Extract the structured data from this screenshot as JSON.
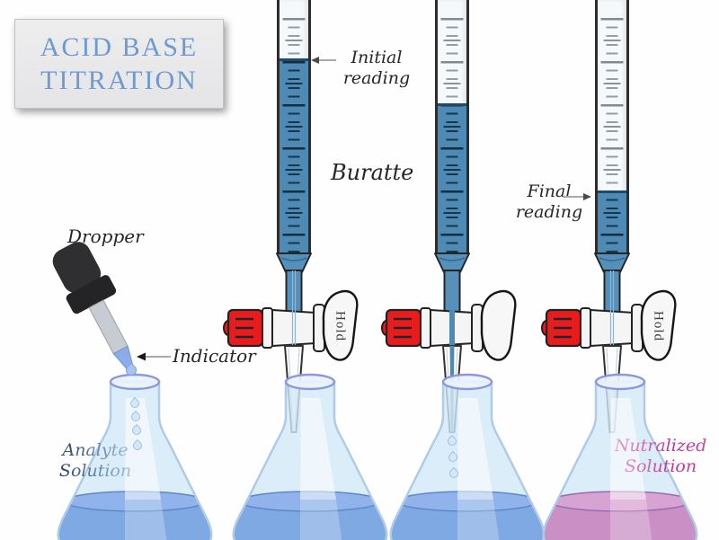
{
  "title": {
    "line1": "ACID BASE",
    "line2": "TITRATION"
  },
  "labels": {
    "initial_reading_line1": "Initial",
    "initial_reading_line2": "reading",
    "buratte": "Buratte",
    "final_reading_line1": "Final",
    "final_reading_line2": "reading",
    "dropper": "Dropper",
    "indicator": "Indicator",
    "analyte_line1": "Analyte",
    "analyte_line2": "Solution",
    "neutralized_line1": "Nutralized",
    "neutralized_line2": "Solution"
  },
  "burettes": [
    {
      "id": "initial-reading-burette",
      "handle_label": "Hold",
      "state": "closed",
      "fill_level": "high"
    },
    {
      "id": "dispensing-burette",
      "handle_label": "",
      "state": "open",
      "fill_level": "medium"
    },
    {
      "id": "final-reading-burette",
      "handle_label": "Hold",
      "state": "closed",
      "fill_level": "low"
    }
  ],
  "flasks": [
    {
      "id": "analyte-flask",
      "liquid": "blue"
    },
    {
      "id": "flask-under-initial-burette",
      "liquid": "blue"
    },
    {
      "id": "flask-under-open-burette",
      "liquid": "blue"
    },
    {
      "id": "neutralized-flask",
      "liquid": "pink"
    }
  ],
  "colors": {
    "title_accent": "#6d9bd1",
    "burette_liquid": "#4e8ab3",
    "flask_liquid_blue": "#7fa9e3",
    "flask_liquid_pink": "#ca90c6",
    "stopcock_red": "#e81b1d",
    "label_ink": "#262626"
  }
}
